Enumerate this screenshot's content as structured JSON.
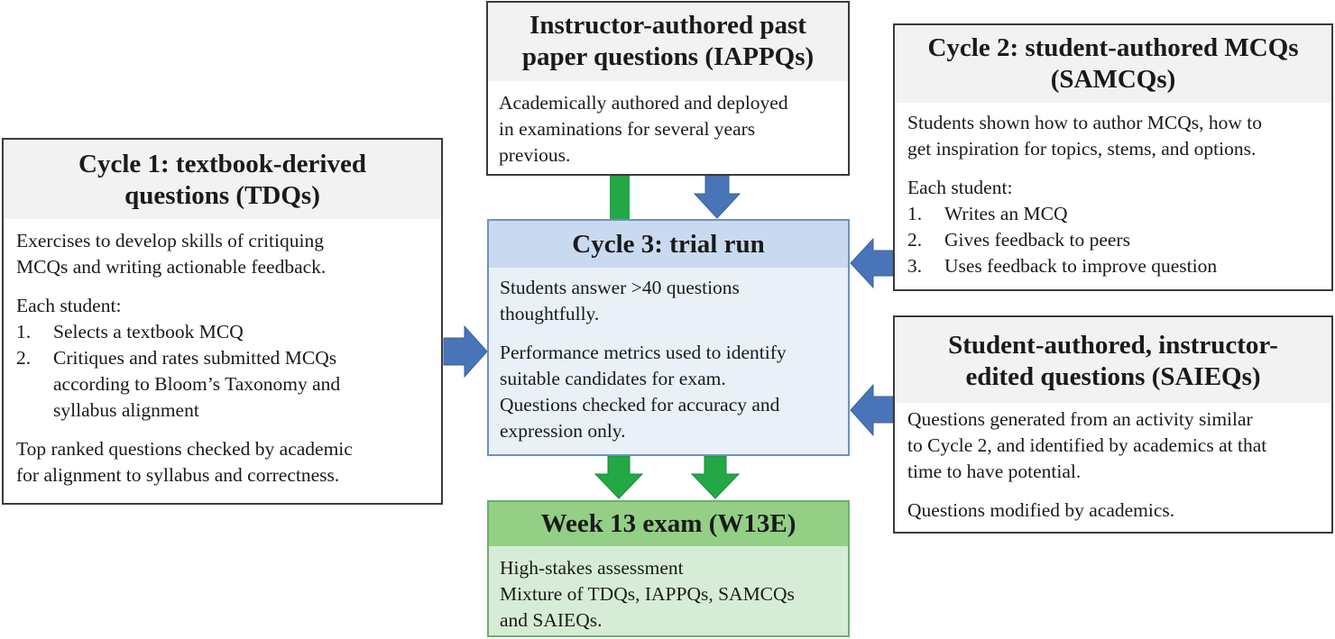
{
  "cycle1": {
    "title_line1": "Cycle 1: textbook-derived",
    "title_line2": "questions (TDQs)",
    "intro_line1": "Exercises to develop skills of critiquing",
    "intro_line2": "MCQs and writing actionable feedback.",
    "each_student": "Each student:",
    "steps": [
      {
        "num": "1.",
        "lines": [
          "Selects a textbook MCQ"
        ]
      },
      {
        "num": "2.",
        "lines": [
          "Critiques and rates submitted MCQs",
          "according to Bloom’s Taxonomy and",
          "syllabus alignment"
        ]
      }
    ],
    "footer_line1": "Top ranked questions checked by academic",
    "footer_line2": "for alignment to syllabus and correctness."
  },
  "iappq": {
    "title_line1": "Instructor-authored past",
    "title_line2": "paper questions (IAPPQs)",
    "body_line1": "Academically authored and deployed",
    "body_line2": "in examinations for several years",
    "body_line3": "previous."
  },
  "cycle2": {
    "title_line1": "Cycle 2: student-authored MCQs",
    "title_line2": "(SAMCQs)",
    "intro_line1": "Students shown how to author MCQs, how to",
    "intro_line2": "get inspiration for topics, stems, and options.",
    "each_student": "Each student:",
    "steps": [
      {
        "num": "1.",
        "text": "Writes an MCQ"
      },
      {
        "num": "2.",
        "text": "Gives feedback to peers"
      },
      {
        "num": "3.",
        "text": "Uses feedback to improve question"
      }
    ]
  },
  "cycle3": {
    "title": "Cycle 3: trial run",
    "para1_line1": "Students answer >40 questions",
    "para1_line2": "thoughtfully.",
    "para2_line1": "Performance metrics used to identify",
    "para2_line2": "suitable candidates for exam.",
    "para2_line3": "Questions checked for accuracy and",
    "para2_line4": "expression only."
  },
  "saieq": {
    "title_line1": "Student-authored, instructor-",
    "title_line2": "edited questions (SAIEQs)",
    "body_line1": "Questions generated from an activity similar",
    "body_line2": "to Cycle 2, and identified by academics at that",
    "body_line3": "time to have potential.",
    "footer": "Questions modified by academics."
  },
  "w13e": {
    "title": "Week 13 exam (W13E)",
    "body_line1": "High-stakes assessment",
    "body_line2": "Mixture of TDQs, IAPPQs, SAMCQs",
    "body_line3": "and SAIEQs."
  },
  "colors": {
    "blue_arrow": "#4a74b8",
    "green_arrow": "#22a845",
    "cycle3_fill": "#e9f0f8",
    "cycle3_header": "#c9daf0",
    "w13e_fill": "#d7ecd6",
    "w13e_header": "#94cf86"
  }
}
